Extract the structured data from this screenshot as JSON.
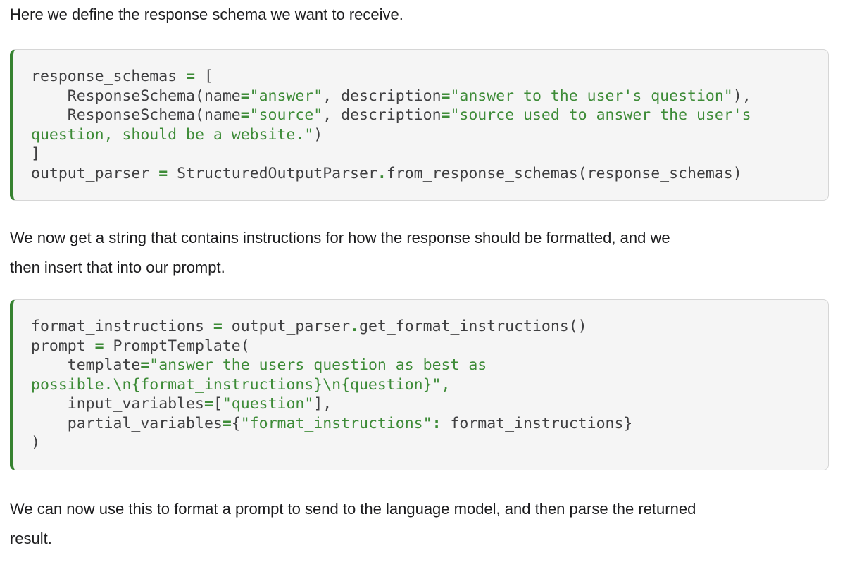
{
  "colors": {
    "page_bg": "#ffffff",
    "body_text": "#1c1c1e",
    "code_text": "#3f3f41",
    "code_green": "#3d8b37",
    "code_block_bg": "#f5f5f5",
    "code_block_border": "#d6d6d6",
    "code_block_accent": "#368230"
  },
  "paragraphs": [
    {
      "lines": [
        "Here we define the response schema we want to receive."
      ]
    },
    {
      "lines": [
        "We now get a string that contains instructions for how the response should be formatted, and we",
        "then insert that into our prompt."
      ]
    },
    {
      "lines": [
        "We can now use this to format a prompt to send to the language model, and then parse the returned",
        "result."
      ]
    }
  ],
  "code_blocks": [
    {
      "name": "response-schemas",
      "language": "python",
      "lines": [
        [
          [
            "p",
            "response_schemas "
          ],
          [
            "o",
            "="
          ],
          [
            "p",
            " ["
          ]
        ],
        [
          [
            "p",
            "    ResponseSchema(name"
          ],
          [
            "o",
            "="
          ],
          [
            "s",
            "\"answer\""
          ],
          [
            "p",
            ", description"
          ],
          [
            "o",
            "="
          ],
          [
            "s",
            "\"answer to the user's question\""
          ],
          [
            "p",
            "),"
          ]
        ],
        [
          [
            "p",
            "    ResponseSchema(name"
          ],
          [
            "o",
            "="
          ],
          [
            "s",
            "\"source\""
          ],
          [
            "p",
            ", description"
          ],
          [
            "o",
            "="
          ],
          [
            "s",
            "\"source used to answer the user's"
          ]
        ],
        [
          [
            "s",
            "question, should be a website.\""
          ],
          [
            "p",
            ")"
          ]
        ],
        [
          [
            "p",
            "]"
          ]
        ],
        [
          [
            "p",
            "output_parser "
          ],
          [
            "o",
            "="
          ],
          [
            "p",
            " StructuredOutputParser"
          ],
          [
            "o",
            "."
          ],
          [
            "p",
            "from_response_schemas(response_schemas)"
          ]
        ]
      ]
    },
    {
      "name": "prompt-template",
      "language": "python",
      "lines": [
        [
          [
            "p",
            "format_instructions "
          ],
          [
            "o",
            "="
          ],
          [
            "p",
            " output_parser"
          ],
          [
            "o",
            "."
          ],
          [
            "p",
            "get_format_instructions()"
          ]
        ],
        [
          [
            "p",
            "prompt "
          ],
          [
            "o",
            "="
          ],
          [
            "p",
            " PromptTemplate("
          ]
        ],
        [
          [
            "p",
            "    template"
          ],
          [
            "o",
            "="
          ],
          [
            "s",
            "\"answer the users question as best as"
          ]
        ],
        [
          [
            "s",
            "possible.\\n{format_instructions}\\n{question}\","
          ]
        ],
        [
          [
            "p",
            "    input_variables"
          ],
          [
            "o",
            "="
          ],
          [
            "p",
            "["
          ],
          [
            "s",
            "\"question\""
          ],
          [
            "p",
            "],"
          ]
        ],
        [
          [
            "p",
            "    partial_variables"
          ],
          [
            "o",
            "="
          ],
          [
            "p",
            "{"
          ],
          [
            "s",
            "\"format_instructions\""
          ],
          [
            "o",
            ":"
          ],
          [
            "p",
            " format_instructions}"
          ]
        ],
        [
          [
            "p",
            ")"
          ]
        ]
      ]
    }
  ]
}
